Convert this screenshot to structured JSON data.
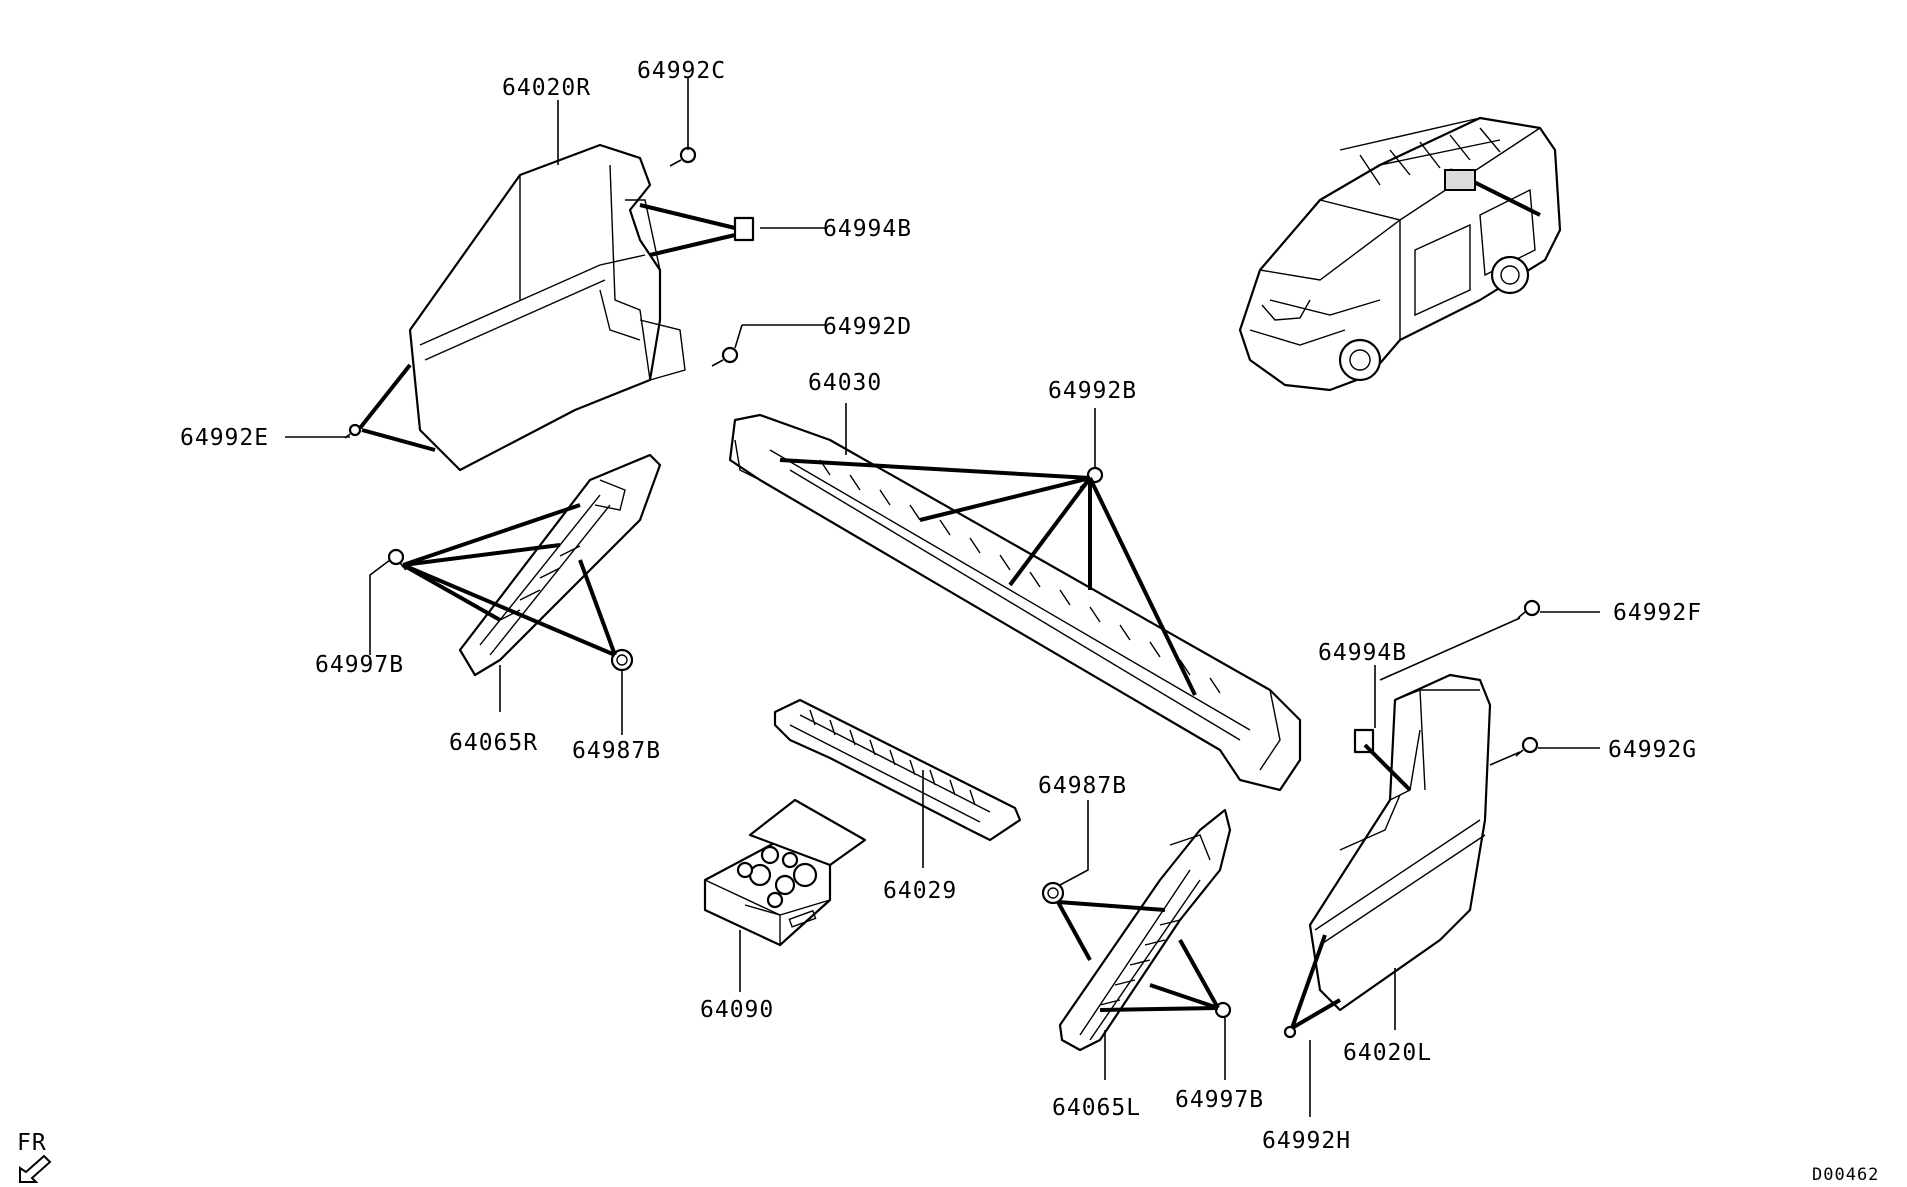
{
  "labels": {
    "p64020R": "64020R",
    "p64992C": "64992C",
    "p64994B_top": "64994B",
    "p64992D": "64992D",
    "p64992E": "64992E",
    "p64030": "64030",
    "p64992B": "64992B",
    "p64997B_left": "64997B",
    "p64065R": "64065R",
    "p64987B_left": "64987B",
    "p64029": "64029",
    "p64090": "64090",
    "p64987B_right": "64987B",
    "p64065L": "64065L",
    "p64997B_right": "64997B",
    "p64994B_right": "64994B",
    "p64992F": "64992F",
    "p64992G": "64992G",
    "p64020L": "64020L",
    "p64992H": "64992H"
  },
  "orientation": {
    "label": "FR"
  },
  "reference_code": "D00462",
  "colors": {
    "ink": "#000000",
    "background": "#ffffff"
  }
}
